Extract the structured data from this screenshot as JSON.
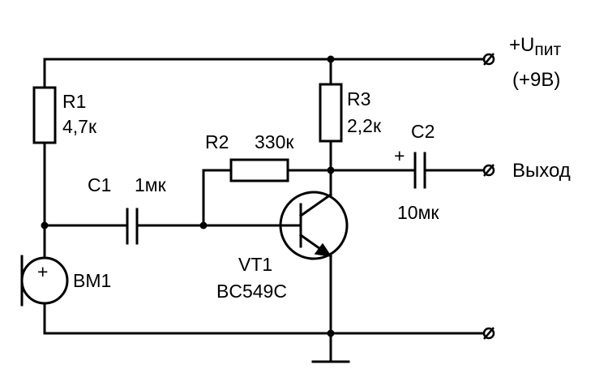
{
  "labels": {
    "r1_name": "R1",
    "r1_value": "4,7к",
    "r2_name": "R2",
    "r2_value": "330к",
    "r3_name": "R3",
    "r3_value": "2,2к",
    "c1_name": "C1",
    "c1_value": "1мк",
    "c2_name": "C2",
    "c2_value": "10мк",
    "c2_polarity": "+",
    "mic_name": "BM1",
    "mic_polarity": "+",
    "vt1_name": "VT1",
    "vt1_model": "BC549C",
    "supply_prefix": "+U",
    "supply_subscript": "пит",
    "supply_value": "(+9В)",
    "output_label": "Выход"
  }
}
